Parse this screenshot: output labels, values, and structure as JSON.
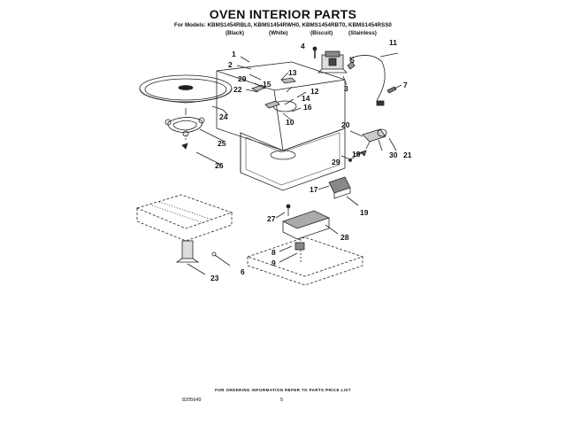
{
  "title": "OVEN INTERIOR PARTS",
  "models_line": "For Models: KBMS1454RBL0, KBMS1454RWH0, KBMS1454RBT0, KBMS1454RSS0",
  "color_labels": [
    "(Black)",
    "(White)",
    "(Biscuit)",
    "(Stainless)"
  ],
  "callouts": [
    "1",
    "2",
    "3",
    "4",
    "5",
    "6",
    "7",
    "8",
    "9",
    "10",
    "11",
    "12",
    "13",
    "14",
    "15",
    "16",
    "17",
    "18",
    "19",
    "20",
    "21",
    "22",
    "23",
    "24",
    "25",
    "26",
    "27",
    "28",
    "29",
    "29",
    "30"
  ],
  "footer_note": "FOR ORDERING INFORMATION REFER TO PARTS PRICE LIST",
  "doc_number": "8205649",
  "page_number": "5"
}
